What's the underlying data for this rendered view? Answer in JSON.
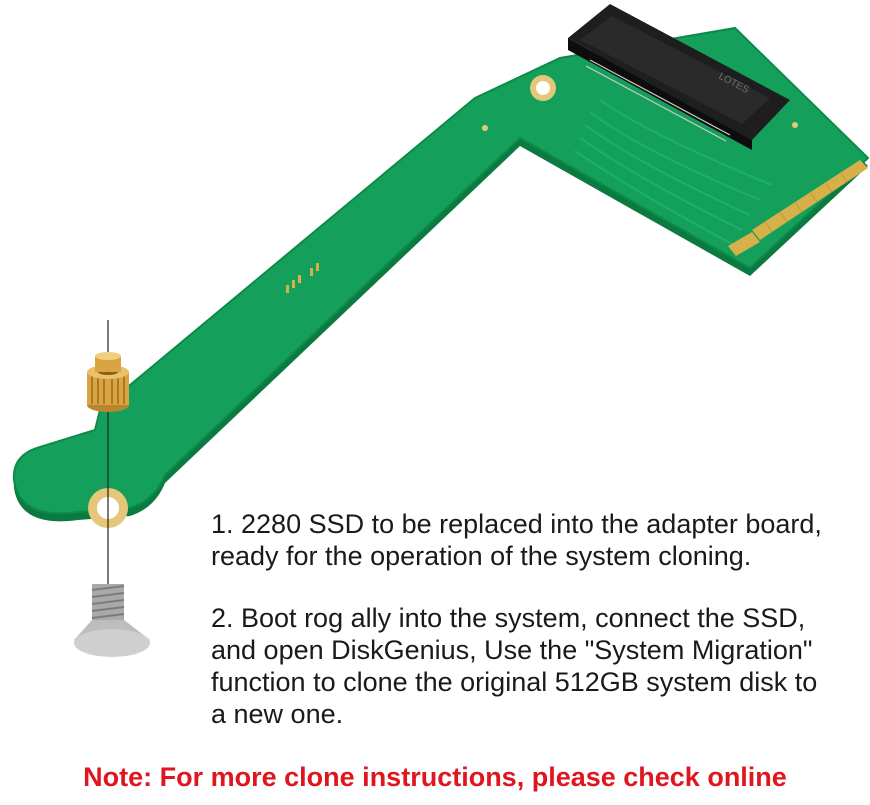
{
  "steps": [
    "1. 2280 SSD to be replaced into the adapter board,\nready for the operation of the system cloning.",
    "2. Boot rog ally into the system, connect the SSD,\nand open DiskGenius, Use the \"System Migration\"\nfunction to clone the original 512GB system disk to\na new one."
  ],
  "note": "Note: For more clone instructions, please check online",
  "connector_marking": "LOTES",
  "colors": {
    "pcb": "#14a05a",
    "pcb_edge": "#0b7a40",
    "gold": "#d8b04a",
    "note_red": "#e0161e",
    "text": "#1a1a1a"
  },
  "icons": [
    "adapter-board-icon",
    "m2-connector-icon",
    "brass-standoff-icon",
    "screw-icon"
  ]
}
